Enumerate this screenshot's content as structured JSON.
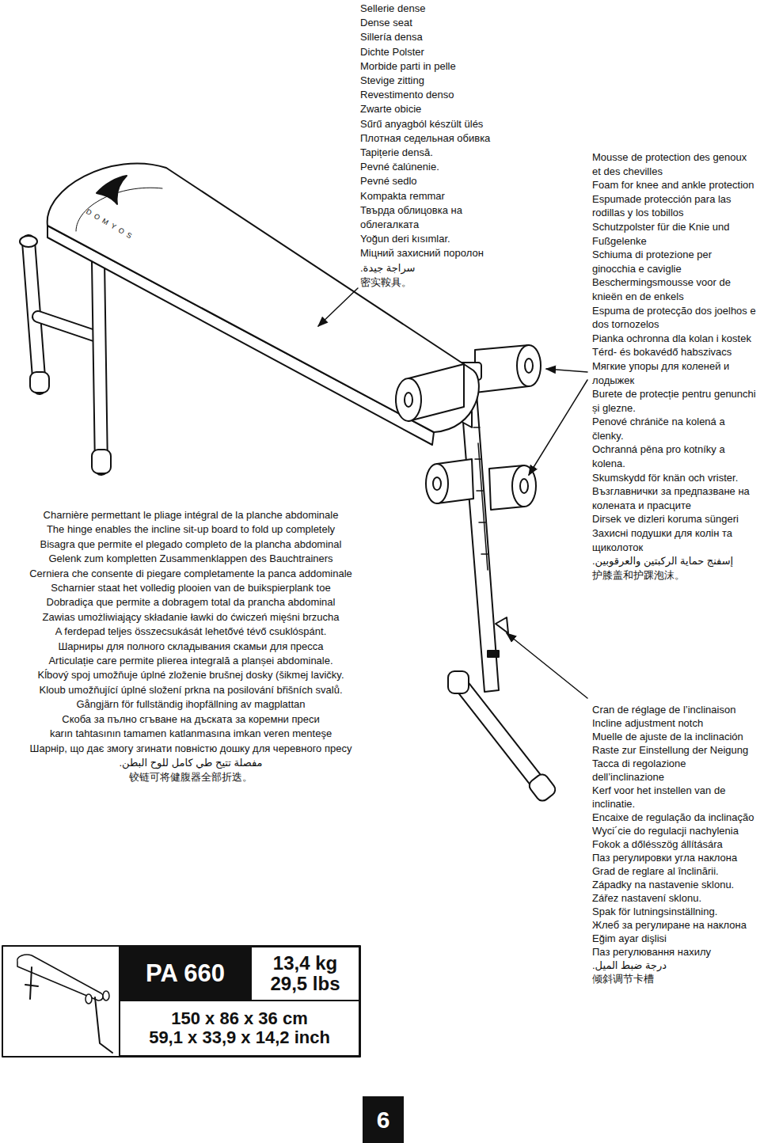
{
  "diagram": {
    "nodes": [
      {
        "text": [
          "PA 660"
        ]
      },
      {
        "text": [
          "13,4 kg",
          "29,5 lbs"
        ]
      },
      {
        "text": [
          "150 x 86 x 36 cm",
          "59,1 x 33,9 x 14,2 inch"
        ]
      },
      {
        "text": [
          "6"
        ]
      }
    ],
    "labels": [
      "Sellerie dense",
      "Dense seat",
      "Sillería densa",
      "Dichte Polster",
      "Morbide parti in pelle",
      "Stevige zitting",
      "Revestimento denso",
      "Zwarte obicie",
      "Sűrű anyagból készült ülés",
      "Плотная седельная обивка",
      "Tapițerie densă.",
      "Pevné čalúnenie.",
      "Pevné sedlo",
      "Kompakta remmar",
      "Твърда облицовка на облегалката",
      "Yoğun deri kısımlar.",
      "Міцний захисний поролон",
      "سراجة جيدة.",
      "密实鞍具。",
      "Mousse de protection des genoux et des chevilles",
      "Foam for knee and ankle protection",
      "Espumade protección para las rodillas y los tobillos",
      "Schutzpolster für die Knie und Fußgelenke",
      "Schiuma di protezione per ginocchia e caviglie",
      "Beschermingsmousse voor de knieën en de enkels",
      "Espuma de protecção dos joelhos e dos tornozelos",
      "Pianka ochronna dla kolan i kostek",
      "Térd- és bokavédő habszivacs",
      "Мягкие упоры для коленей и лодыжек",
      "Burete de protecție pentru genunchi și glezne.",
      "Penové chrániče na kolená a členky.",
      "Ochranná pěna pro kotníky a kolena.",
      "Skumskydd för knän och vrister.",
      "Възглавнички за предпазване на колената и прасците",
      "Dirsek ve dizleri koruma süngeri",
      "Захисні подушки для колін та щиколоток",
      "إسفنج حماية الركبتين والعرقوبين.",
      "护膝盖和护踝泡沫。",
      "Charnière permettant le pliage intégral de la planche abdominale",
      "The hinge enables the incline sit-up board to fold up completely",
      "Bisagra que permite el plegado completo de la plancha abdominal",
      "Gelenk zum kompletten Zusammenklappen des Bauchtrainers",
      "Cerniera che consente di piegare completamente la panca addominale",
      "Scharnier staat het volledig plooien van de buikspierplank toe",
      "Dobradiça que permite a dobragem total da prancha abdominal",
      "Zawias umożliwiający składanie ławki do ćwiczeń mięśni brzucha",
      "A ferdepad teljes összecsukását lehetővé tévő csuklóspánt.",
      "Шарниры для полного складывания скамьи для пресса",
      "Articulație care permite plierea integrală a planșei abdominale.",
      "Kĺbový spoj umožňuje úplné zloženie brušnej dosky (šikmej lavičky.",
      "Kloub umožňující úplné složení prkna na posilování břišních svalů.",
      "Gångjärn för fullständig ihopfällning av magplattan",
      "Скоба за пълно сгъване на дъската за коремни преси",
      "karın tahtasının tamamen katlanmasına imkan veren menteşe",
      "Шарнір, що дає змогу згинати повністю дошку для черевного пресу",
      "مفصلة تتيح طي كامل للوح البطن.",
      "铰链可将健腹器全部折迭。",
      "Cran de réglage de l’inclinaison",
      "Incline adjustment notch",
      "Muelle de ajuste de la inclinación",
      "Raste zur Einstellung der Neigung",
      "Tacca di regolazione dell’inclinazione",
      "Kerf voor het instellen van de inclinatie.",
      "Encaixe de regulação da inclinação",
      "Wyci´cie do regulacji nachylenia",
      "Fokok a dőlésszög állítására",
      "Паз регулировки угла наклона",
      "Grad de reglare al înclinării.",
      "Západky na nastavenie sklonu.",
      "Zářez nastavení sklonu.",
      "Spak för lutningsinställning.",
      "Жлеб за регулиране на наклона",
      "Eğim ayar dişlisi",
      "Паз регулювання нахилу",
      "درجة ضبط الميل.",
      "倾斜调节卡槽",
      "DOMYOS"
    ]
  }
}
